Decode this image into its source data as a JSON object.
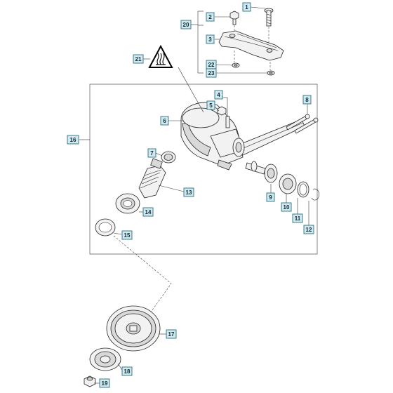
{
  "diagram": {
    "callouts": [
      "1",
      "2",
      "20",
      "3",
      "22",
      "23",
      "21",
      "4",
      "5",
      "6",
      "8",
      "16",
      "7",
      "13",
      "9",
      "10",
      "14",
      "11",
      "12",
      "15",
      "17",
      "18",
      "19"
    ],
    "warning_icon": "hot-surface-warning-icon"
  }
}
